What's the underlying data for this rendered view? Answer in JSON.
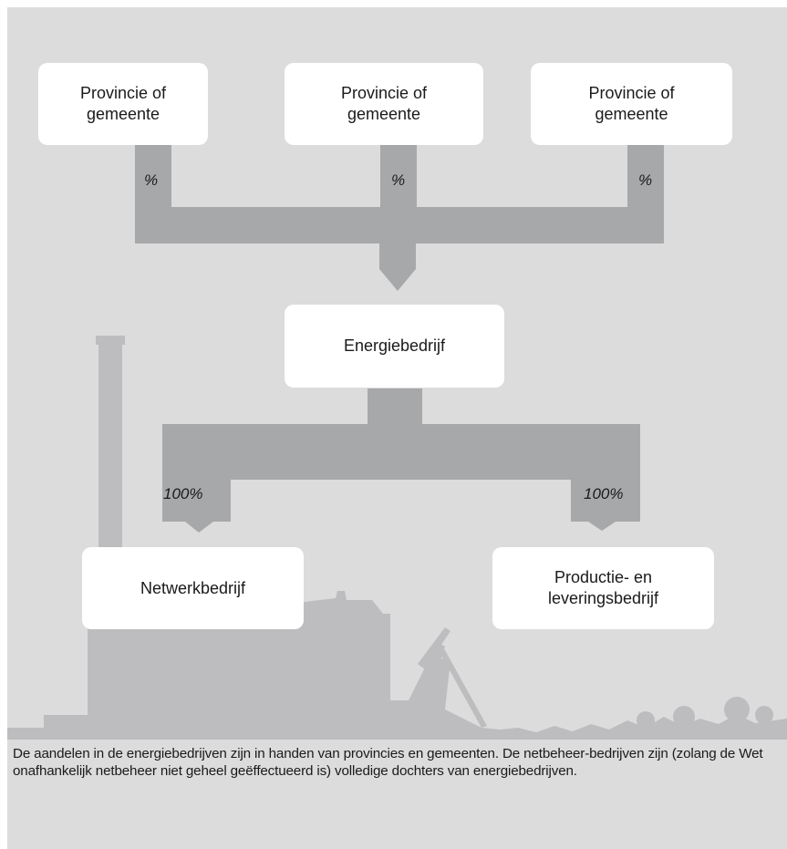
{
  "diagram": {
    "top_boxes": [
      {
        "label": "Provincie of\ngemeente"
      },
      {
        "label": "Provincie of\ngemeente"
      },
      {
        "label": "Provincie of\ngemeente"
      }
    ],
    "top_percent_labels": [
      "%",
      "%",
      "%"
    ],
    "center_box": {
      "label": "Energiebedrijf"
    },
    "subsidiary_percent_labels": [
      "100%",
      "100%"
    ],
    "bottom_boxes": [
      {
        "label": "Netwerkbedrijf"
      },
      {
        "label": "Productie- en\nleveringsbedrijf"
      }
    ]
  },
  "caption": "De aandelen in de energiebedrijven zijn in handen van provincies en gemeenten. De netbeheer-bedrijven zijn (zolang de Wet onafhankelijk netbeheer niet geheel geëffectueerd is) volledige dochters van energiebedrijven.",
  "colors": {
    "background": "#dcdcdd",
    "connector": "#a7a8aa",
    "silhouette": "#bdbdbf",
    "box": "#ffffff",
    "text": "#1a1a1a"
  }
}
